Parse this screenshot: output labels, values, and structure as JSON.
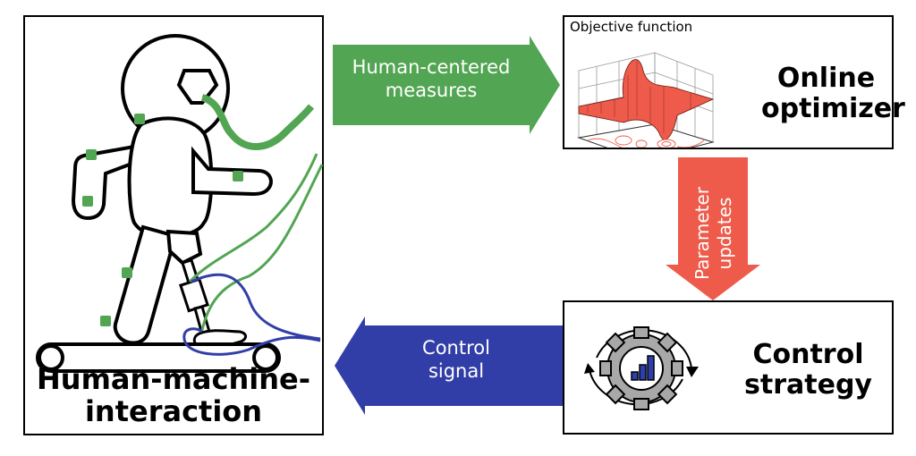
{
  "colors": {
    "green": "#52a552",
    "red": "#ef5b4b",
    "blue": "#323ea8",
    "gear": "#a8a8a8",
    "bars": "#2d3fb0"
  },
  "boxes": {
    "hmi": {
      "label_line1": "Human-machine-",
      "label_line2": "interaction"
    },
    "optimizer": {
      "title": "Objective function",
      "label_line1": "Online",
      "label_line2": "optimizer",
      "icon": "3d-surface-plot-icon"
    },
    "control": {
      "label_line1": "Control",
      "label_line2": "strategy",
      "icon": "gear-with-bar-chart-icon"
    }
  },
  "arrows": {
    "measures": {
      "line1": "Human-centered",
      "line2": "measures",
      "direction": "right"
    },
    "parameters": {
      "line1": "Parameter",
      "line2": "updates",
      "direction": "down"
    },
    "signal": {
      "line1": "Control",
      "line2": "signal",
      "direction": "left"
    }
  },
  "figure": {
    "icon": "walking-person-with-prosthesis-on-treadmill-icon",
    "sensor_count": 6
  }
}
